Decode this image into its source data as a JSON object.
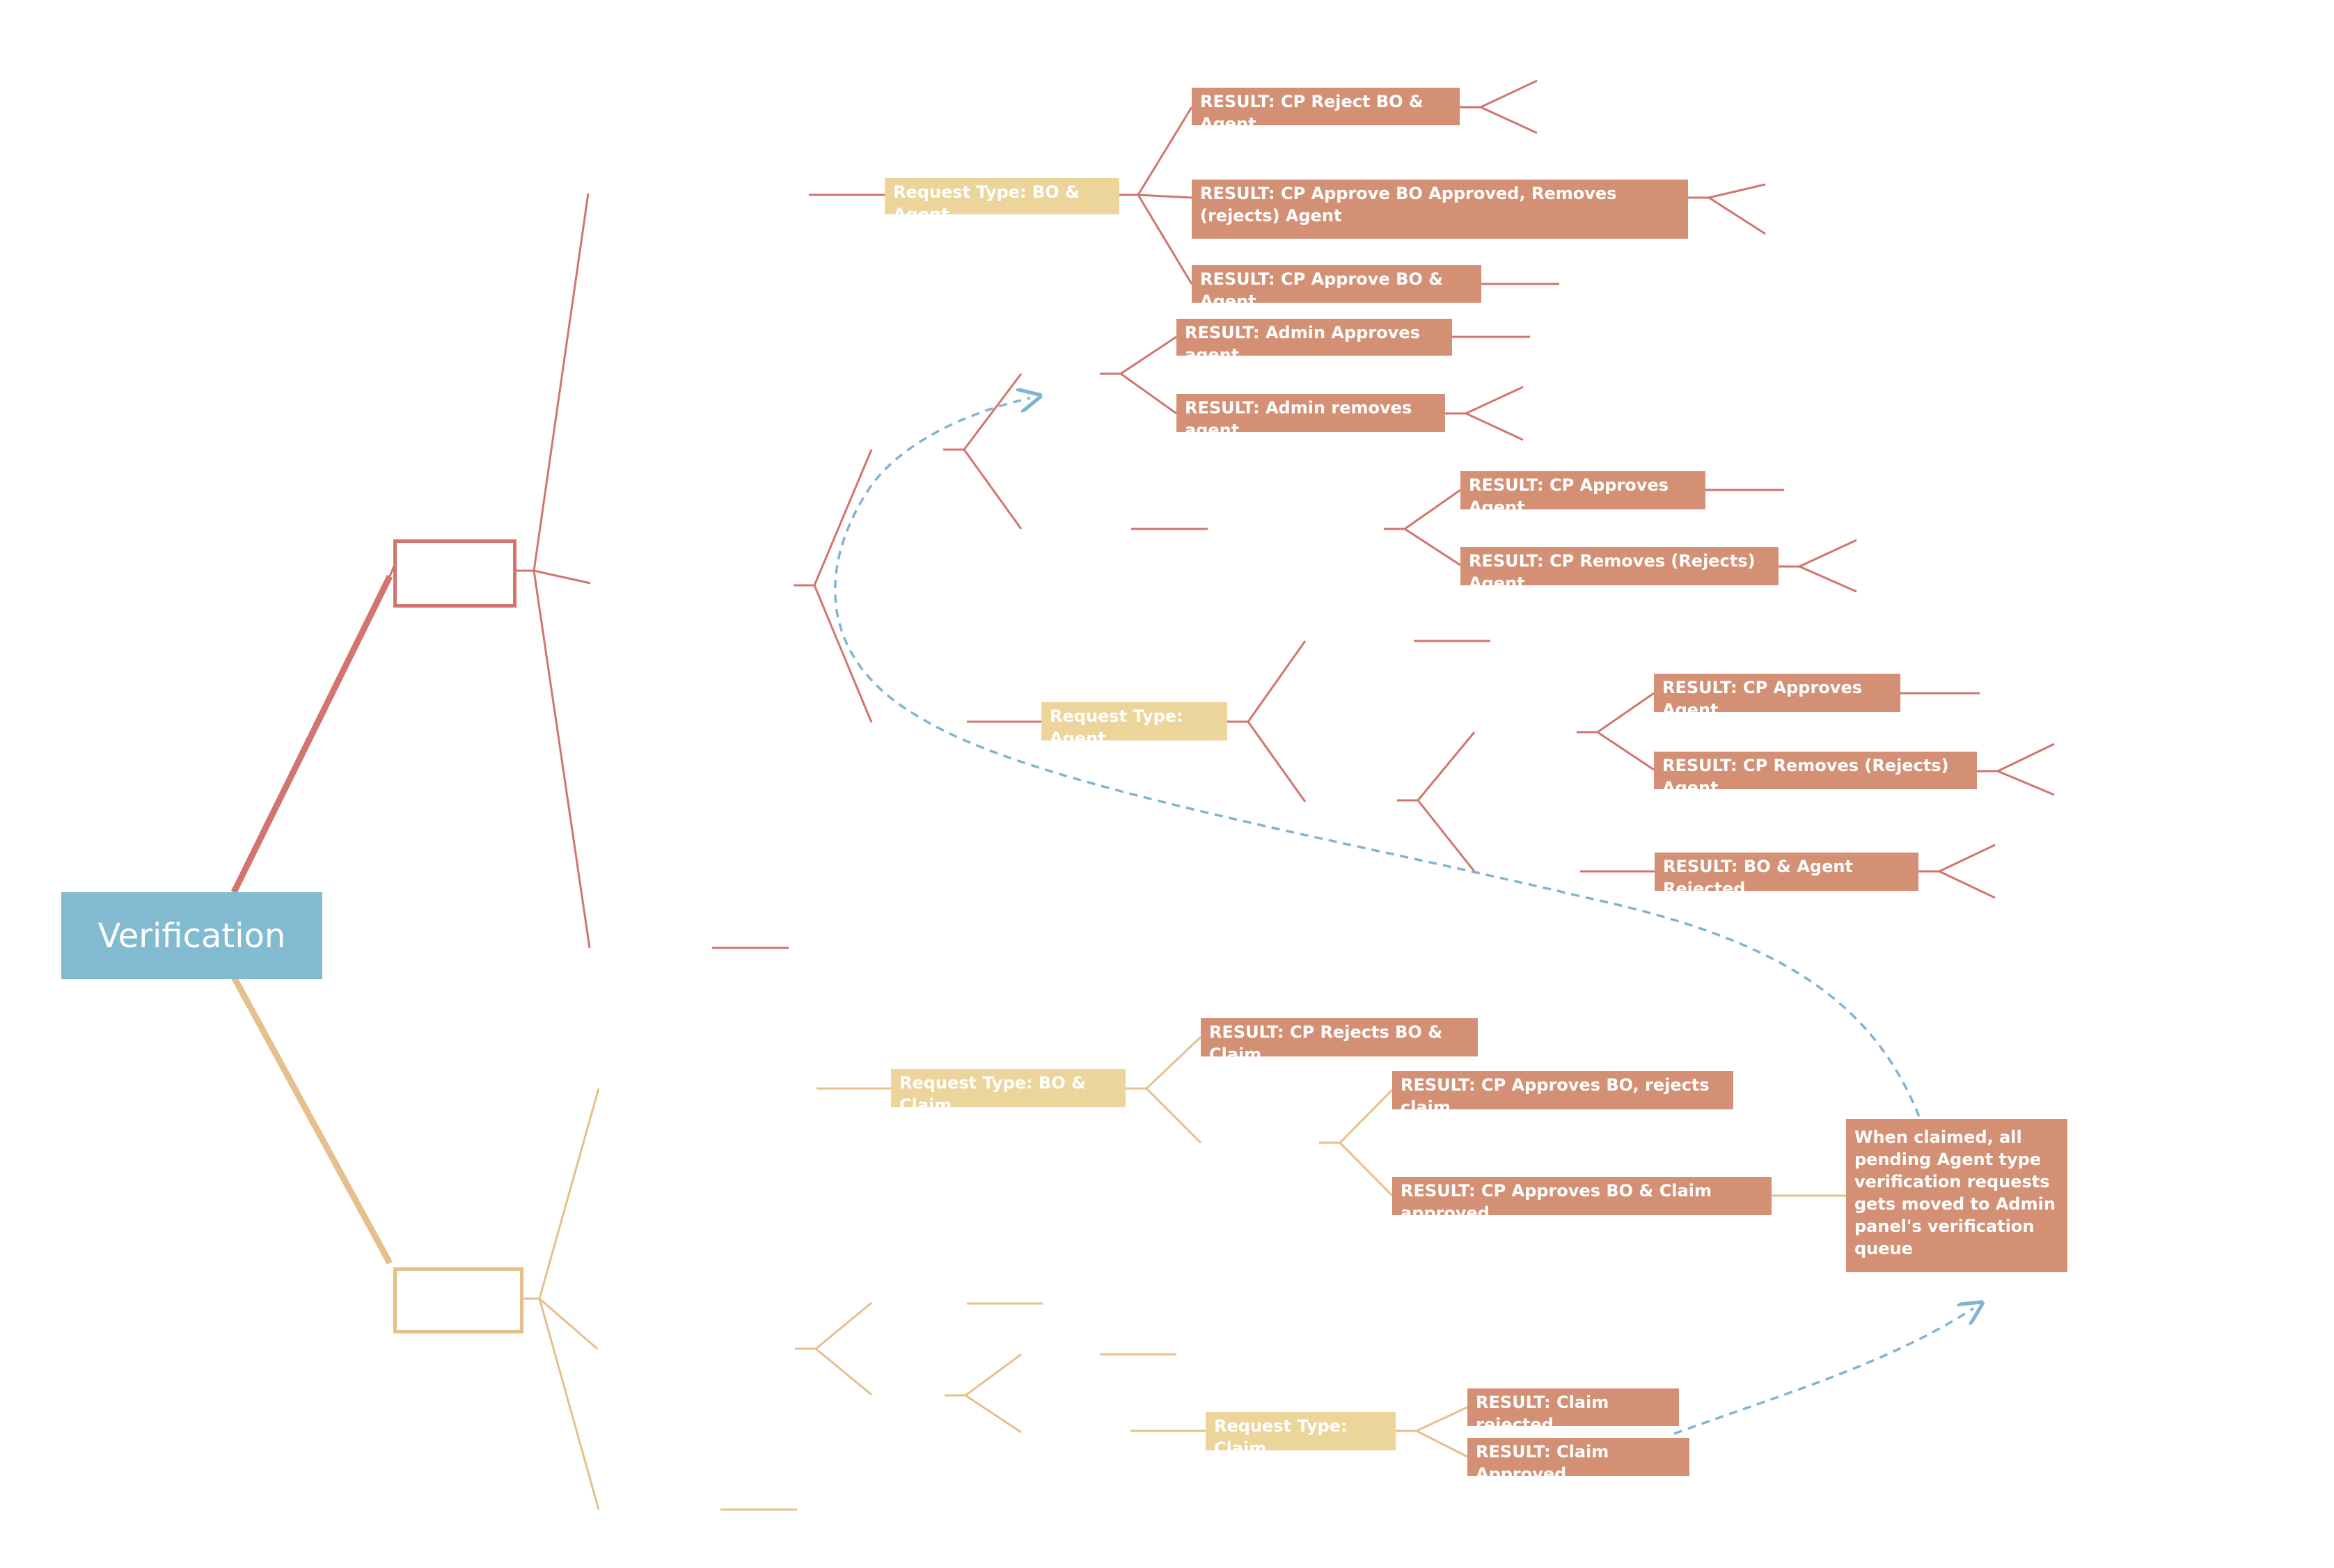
{
  "colors": {
    "root": "#82bbd1",
    "branch_red": "#d1756d",
    "branch_orange": "#e6bf8c",
    "result_fill": "#d49074",
    "request_type_fill": "#ecd59b",
    "arrow": "#7fb5d1"
  },
  "root": {
    "label": "Verification"
  },
  "branch_red": {
    "request_bo_agent": {
      "label": "Request Type: BO & Agent",
      "results": [
        "RESULT: CP Reject BO & Agent",
        "RESULT: CP Approve BO Approved, Removes (rejects) Agent",
        "RESULT: CP Approve BO & Agent"
      ]
    },
    "admin_results": [
      "RESULT: Admin Approves agent",
      "RESULT: Admin removes agent"
    ],
    "cp_agent_results": [
      "RESULT: CP Approves Agent",
      "RESULT: CP Removes (Rejects) Agent"
    ],
    "request_agent": {
      "label": "Request Type: Agent",
      "results": [
        "RESULT: CP Approves Agent",
        "RESULT: CP Removes (Rejects) Agent",
        "RESULT: BO & Agent Rejected"
      ]
    }
  },
  "branch_orange": {
    "request_bo_claim": {
      "label": "Request Type: BO & Claim",
      "results": [
        "RESULT: CP Rejects BO & Claim",
        "RESULT: CP Approves BO, rejects claim",
        "RESULT: CP Approves BO & Claim approved"
      ]
    },
    "request_claim": {
      "label": "Request Type: Claim",
      "results": [
        "RESULT: Claim rejected",
        "RESULT: Claim Approved"
      ]
    }
  },
  "note": {
    "text": "When claimed, all pending Agent type verification requests gets moved to Admin panel's verification queue"
  }
}
